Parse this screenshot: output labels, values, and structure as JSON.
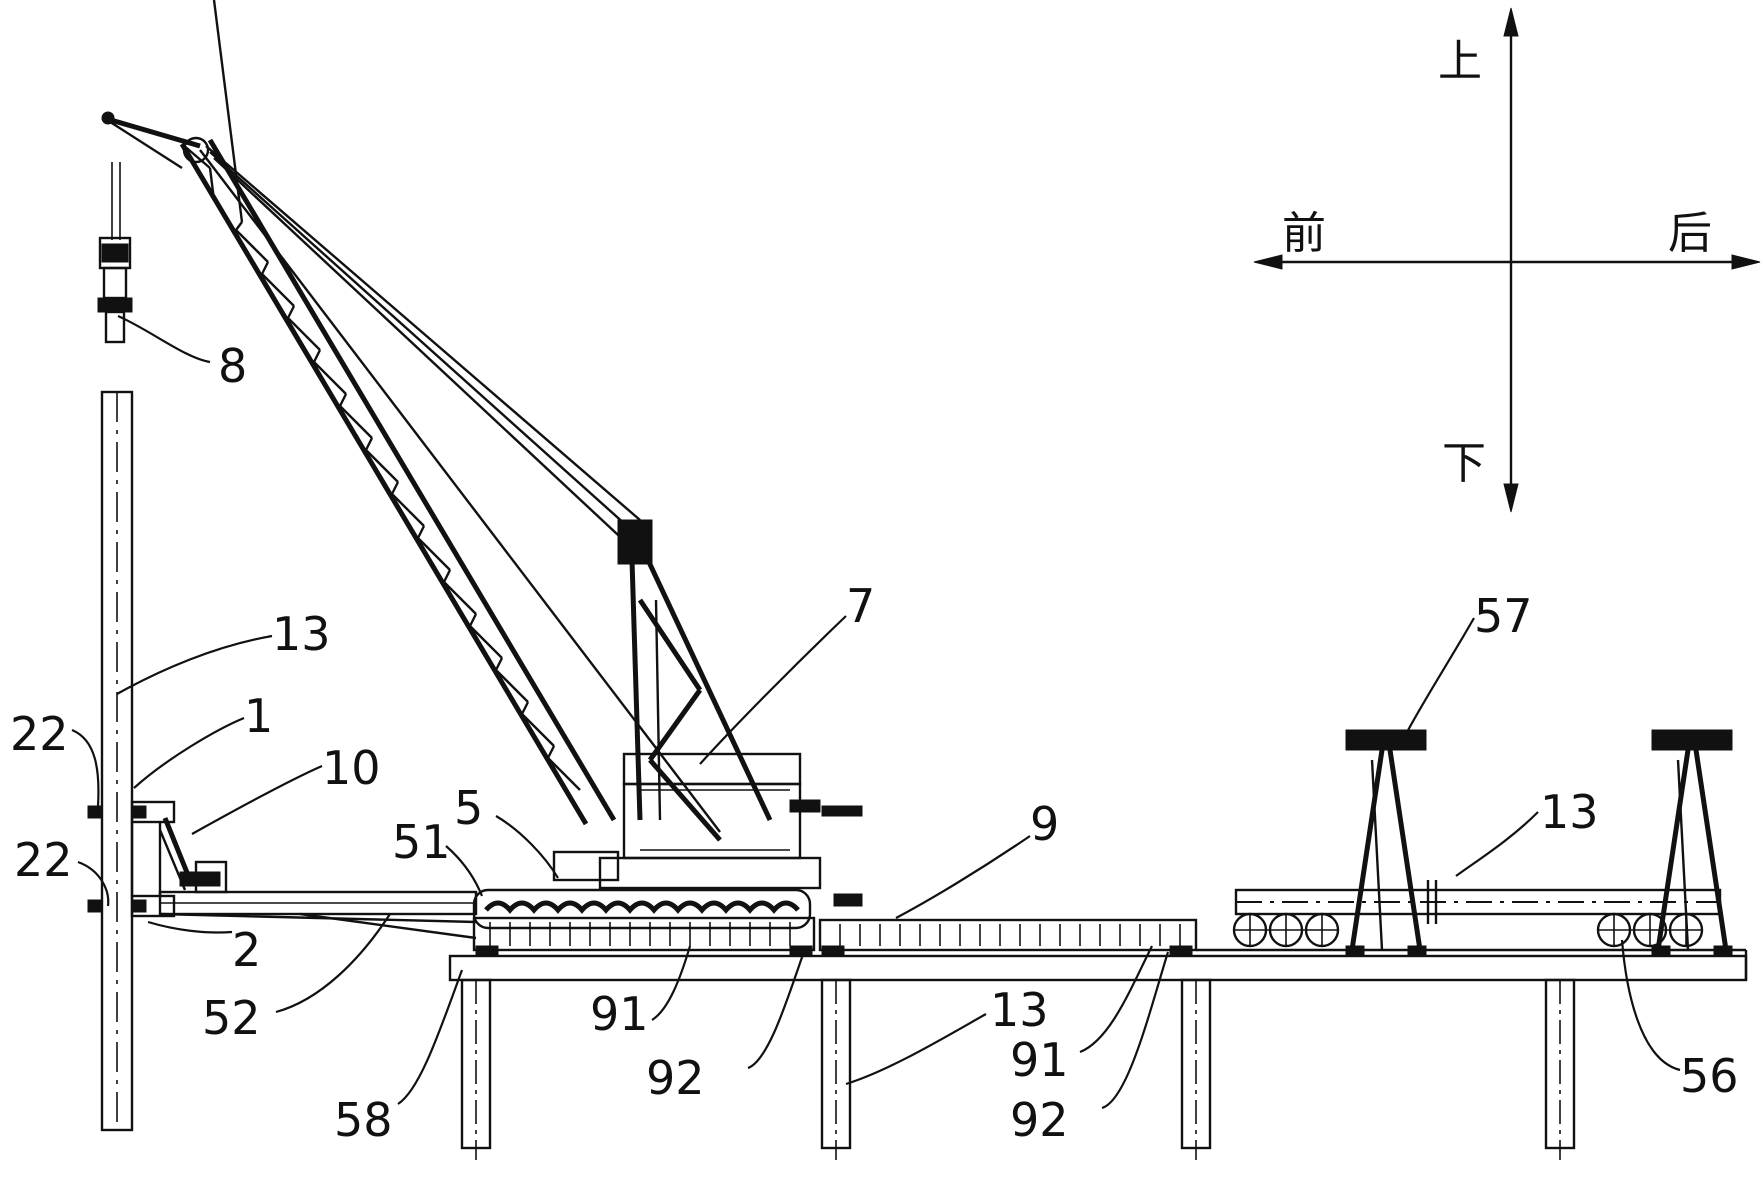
{
  "diagram": {
    "directions": {
      "up": "上",
      "down": "下",
      "front": "前",
      "back": "后"
    },
    "callouts": [
      {
        "id": "8",
        "text": "8"
      },
      {
        "id": "13a",
        "text": "13"
      },
      {
        "id": "22a",
        "text": "22"
      },
      {
        "id": "1",
        "text": "1"
      },
      {
        "id": "10",
        "text": "10"
      },
      {
        "id": "22b",
        "text": "22"
      },
      {
        "id": "2",
        "text": "2"
      },
      {
        "id": "52",
        "text": "52"
      },
      {
        "id": "51",
        "text": "51"
      },
      {
        "id": "5",
        "text": "5"
      },
      {
        "id": "7",
        "text": "7"
      },
      {
        "id": "9",
        "text": "9"
      },
      {
        "id": "91a",
        "text": "91"
      },
      {
        "id": "92a",
        "text": "92"
      },
      {
        "id": "58",
        "text": "58"
      },
      {
        "id": "13b",
        "text": "13"
      },
      {
        "id": "91b",
        "text": "91"
      },
      {
        "id": "92b",
        "text": "92"
      },
      {
        "id": "57",
        "text": "57"
      },
      {
        "id": "13c",
        "text": "13"
      },
      {
        "id": "56",
        "text": "56"
      }
    ]
  }
}
